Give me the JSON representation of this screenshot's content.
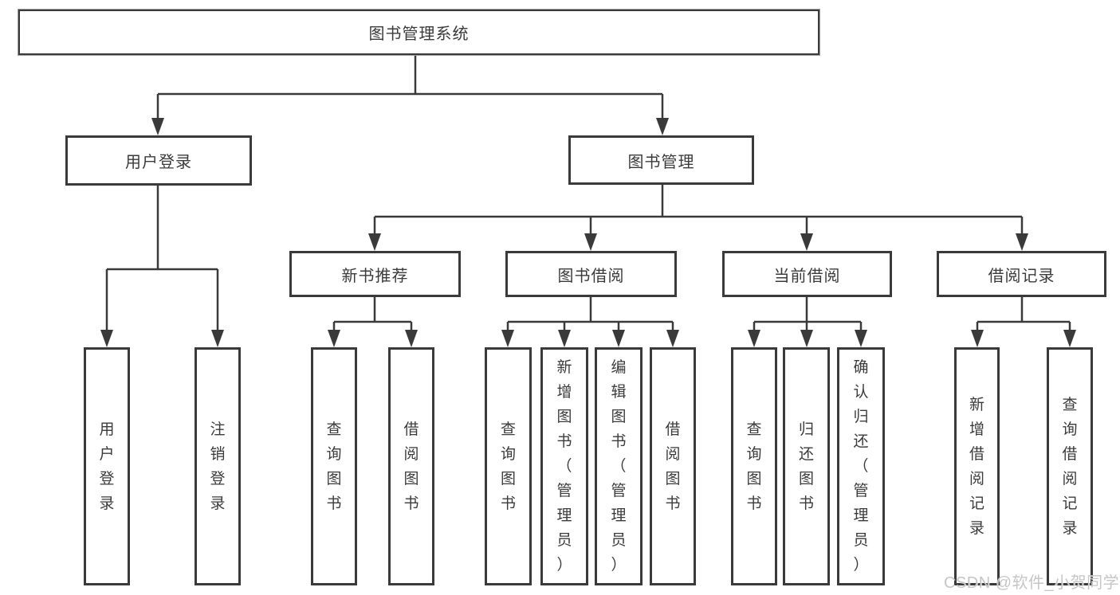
{
  "tree": {
    "root": {
      "label": "图书管理系统"
    },
    "branches": [
      {
        "label": "用户登录",
        "children": [
          {
            "label": "用户登录"
          },
          {
            "label": "注销登录"
          }
        ]
      },
      {
        "label": "图书管理",
        "sections": [
          {
            "label": "新书推荐",
            "children": [
              {
                "label": "查询图书"
              },
              {
                "label": "借阅图书"
              }
            ]
          },
          {
            "label": "图书借阅",
            "children": [
              {
                "label": "查询图书"
              },
              {
                "label": "新增图书（管理员）"
              },
              {
                "label": "编辑图书（管理员）"
              },
              {
                "label": "借阅图书"
              }
            ]
          },
          {
            "label": "当前借阅",
            "children": [
              {
                "label": "查询图书"
              },
              {
                "label": "归还图书"
              },
              {
                "label": "确认归还（管理员）"
              }
            ]
          },
          {
            "label": "借阅记录",
            "children": [
              {
                "label": "新增借阅记录"
              },
              {
                "label": "查询借阅记录"
              }
            ]
          }
        ]
      }
    ]
  },
  "watermark": {
    "text": "CSDN @软件_小贺同学"
  },
  "colors": {
    "line": "#3a3a3a",
    "text": "#3b3b3b",
    "background": "#ffffff",
    "watermark": "#c6c6c6"
  }
}
